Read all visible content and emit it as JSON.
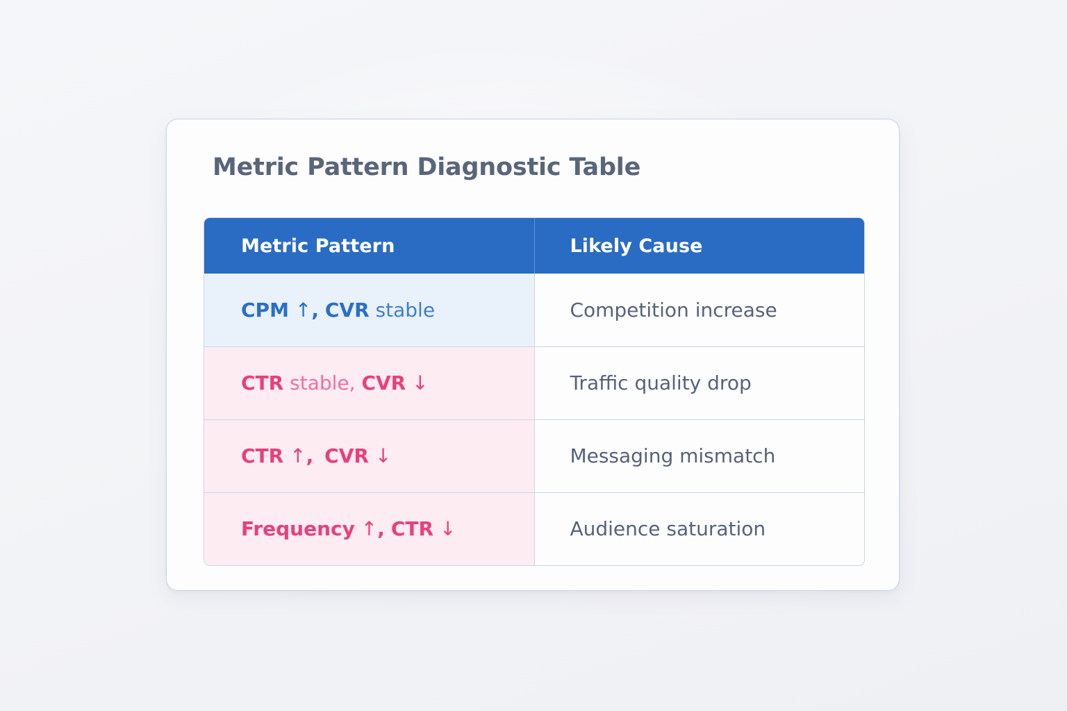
{
  "page": {
    "background_color": "#f3f4f7"
  },
  "card": {
    "title": "Metric Pattern Diagnostic Table",
    "background_color": "#fdfdfe",
    "border_color": "#c7d4e8"
  },
  "table": {
    "header_background": "#2a6cc4",
    "header_text_color": "#ffffff",
    "border_color": "#c9d6ea",
    "columns": [
      {
        "key": "pattern",
        "label": "Metric Pattern"
      },
      {
        "key": "cause",
        "label": "Likely Cause"
      }
    ],
    "rows": [
      {
        "tint": "blue",
        "tint_color": "#e9f1fb",
        "pattern_text": "CPM ↑, CVR stable",
        "pattern_tokens": [
          {
            "text": "CPM",
            "style": "blue-bold"
          },
          {
            "text": " ",
            "style": "space"
          },
          {
            "text": "↑",
            "style": "arrow-blue"
          },
          {
            "text": ",",
            "style": "blue-bold"
          },
          {
            "text": " ",
            "style": "space"
          },
          {
            "text": "CVR",
            "style": "blue-bold"
          },
          {
            "text": " ",
            "style": "space"
          },
          {
            "text": "stable",
            "style": "blue-light"
          }
        ],
        "cause": "Competition increase"
      },
      {
        "tint": "pink",
        "tint_color": "#fdecf2",
        "pattern_text": "CTR stable, CVR ↓",
        "pattern_tokens": [
          {
            "text": "CTR",
            "style": "pink-bold"
          },
          {
            "text": " ",
            "style": "space"
          },
          {
            "text": "stable,",
            "style": "pink-light"
          },
          {
            "text": " ",
            "style": "space"
          },
          {
            "text": "CVR",
            "style": "pink-bold"
          },
          {
            "text": " ",
            "style": "space"
          },
          {
            "text": "↓",
            "style": "arrow-pink"
          }
        ],
        "cause": "Traffic quality drop"
      },
      {
        "tint": "pink",
        "tint_color": "#fdecf2",
        "pattern_text": "CTR ↑,  CVR ↓",
        "pattern_tokens": [
          {
            "text": "CTR",
            "style": "pink-bold"
          },
          {
            "text": " ",
            "style": "space"
          },
          {
            "text": "↑",
            "style": "arrow-pink"
          },
          {
            "text": ",",
            "style": "pink-bold"
          },
          {
            "text": "  ",
            "style": "wide-space"
          },
          {
            "text": "CVR",
            "style": "pink-bold"
          },
          {
            "text": " ",
            "style": "space"
          },
          {
            "text": "↓",
            "style": "arrow-pink"
          }
        ],
        "cause": "Messaging mismatch"
      },
      {
        "tint": "pink",
        "tint_color": "#fdecf2",
        "pattern_text": "Frequency ↑, CTR ↓",
        "pattern_tokens": [
          {
            "text": "Frequency",
            "style": "pink-bold"
          },
          {
            "text": " ",
            "style": "space"
          },
          {
            "text": "↑",
            "style": "arrow-pink"
          },
          {
            "text": ",",
            "style": "pink-bold"
          },
          {
            "text": " ",
            "style": "space"
          },
          {
            "text": "CTR",
            "style": "pink-bold"
          },
          {
            "text": " ",
            "style": "space"
          },
          {
            "text": "↓",
            "style": "arrow-pink"
          }
        ],
        "cause": "Audience saturation"
      }
    ]
  },
  "accents": {
    "blue": "#2a6fc9",
    "pink": "#e8407c",
    "title_gray": "#59657a",
    "body_gray": "#56627a"
  }
}
